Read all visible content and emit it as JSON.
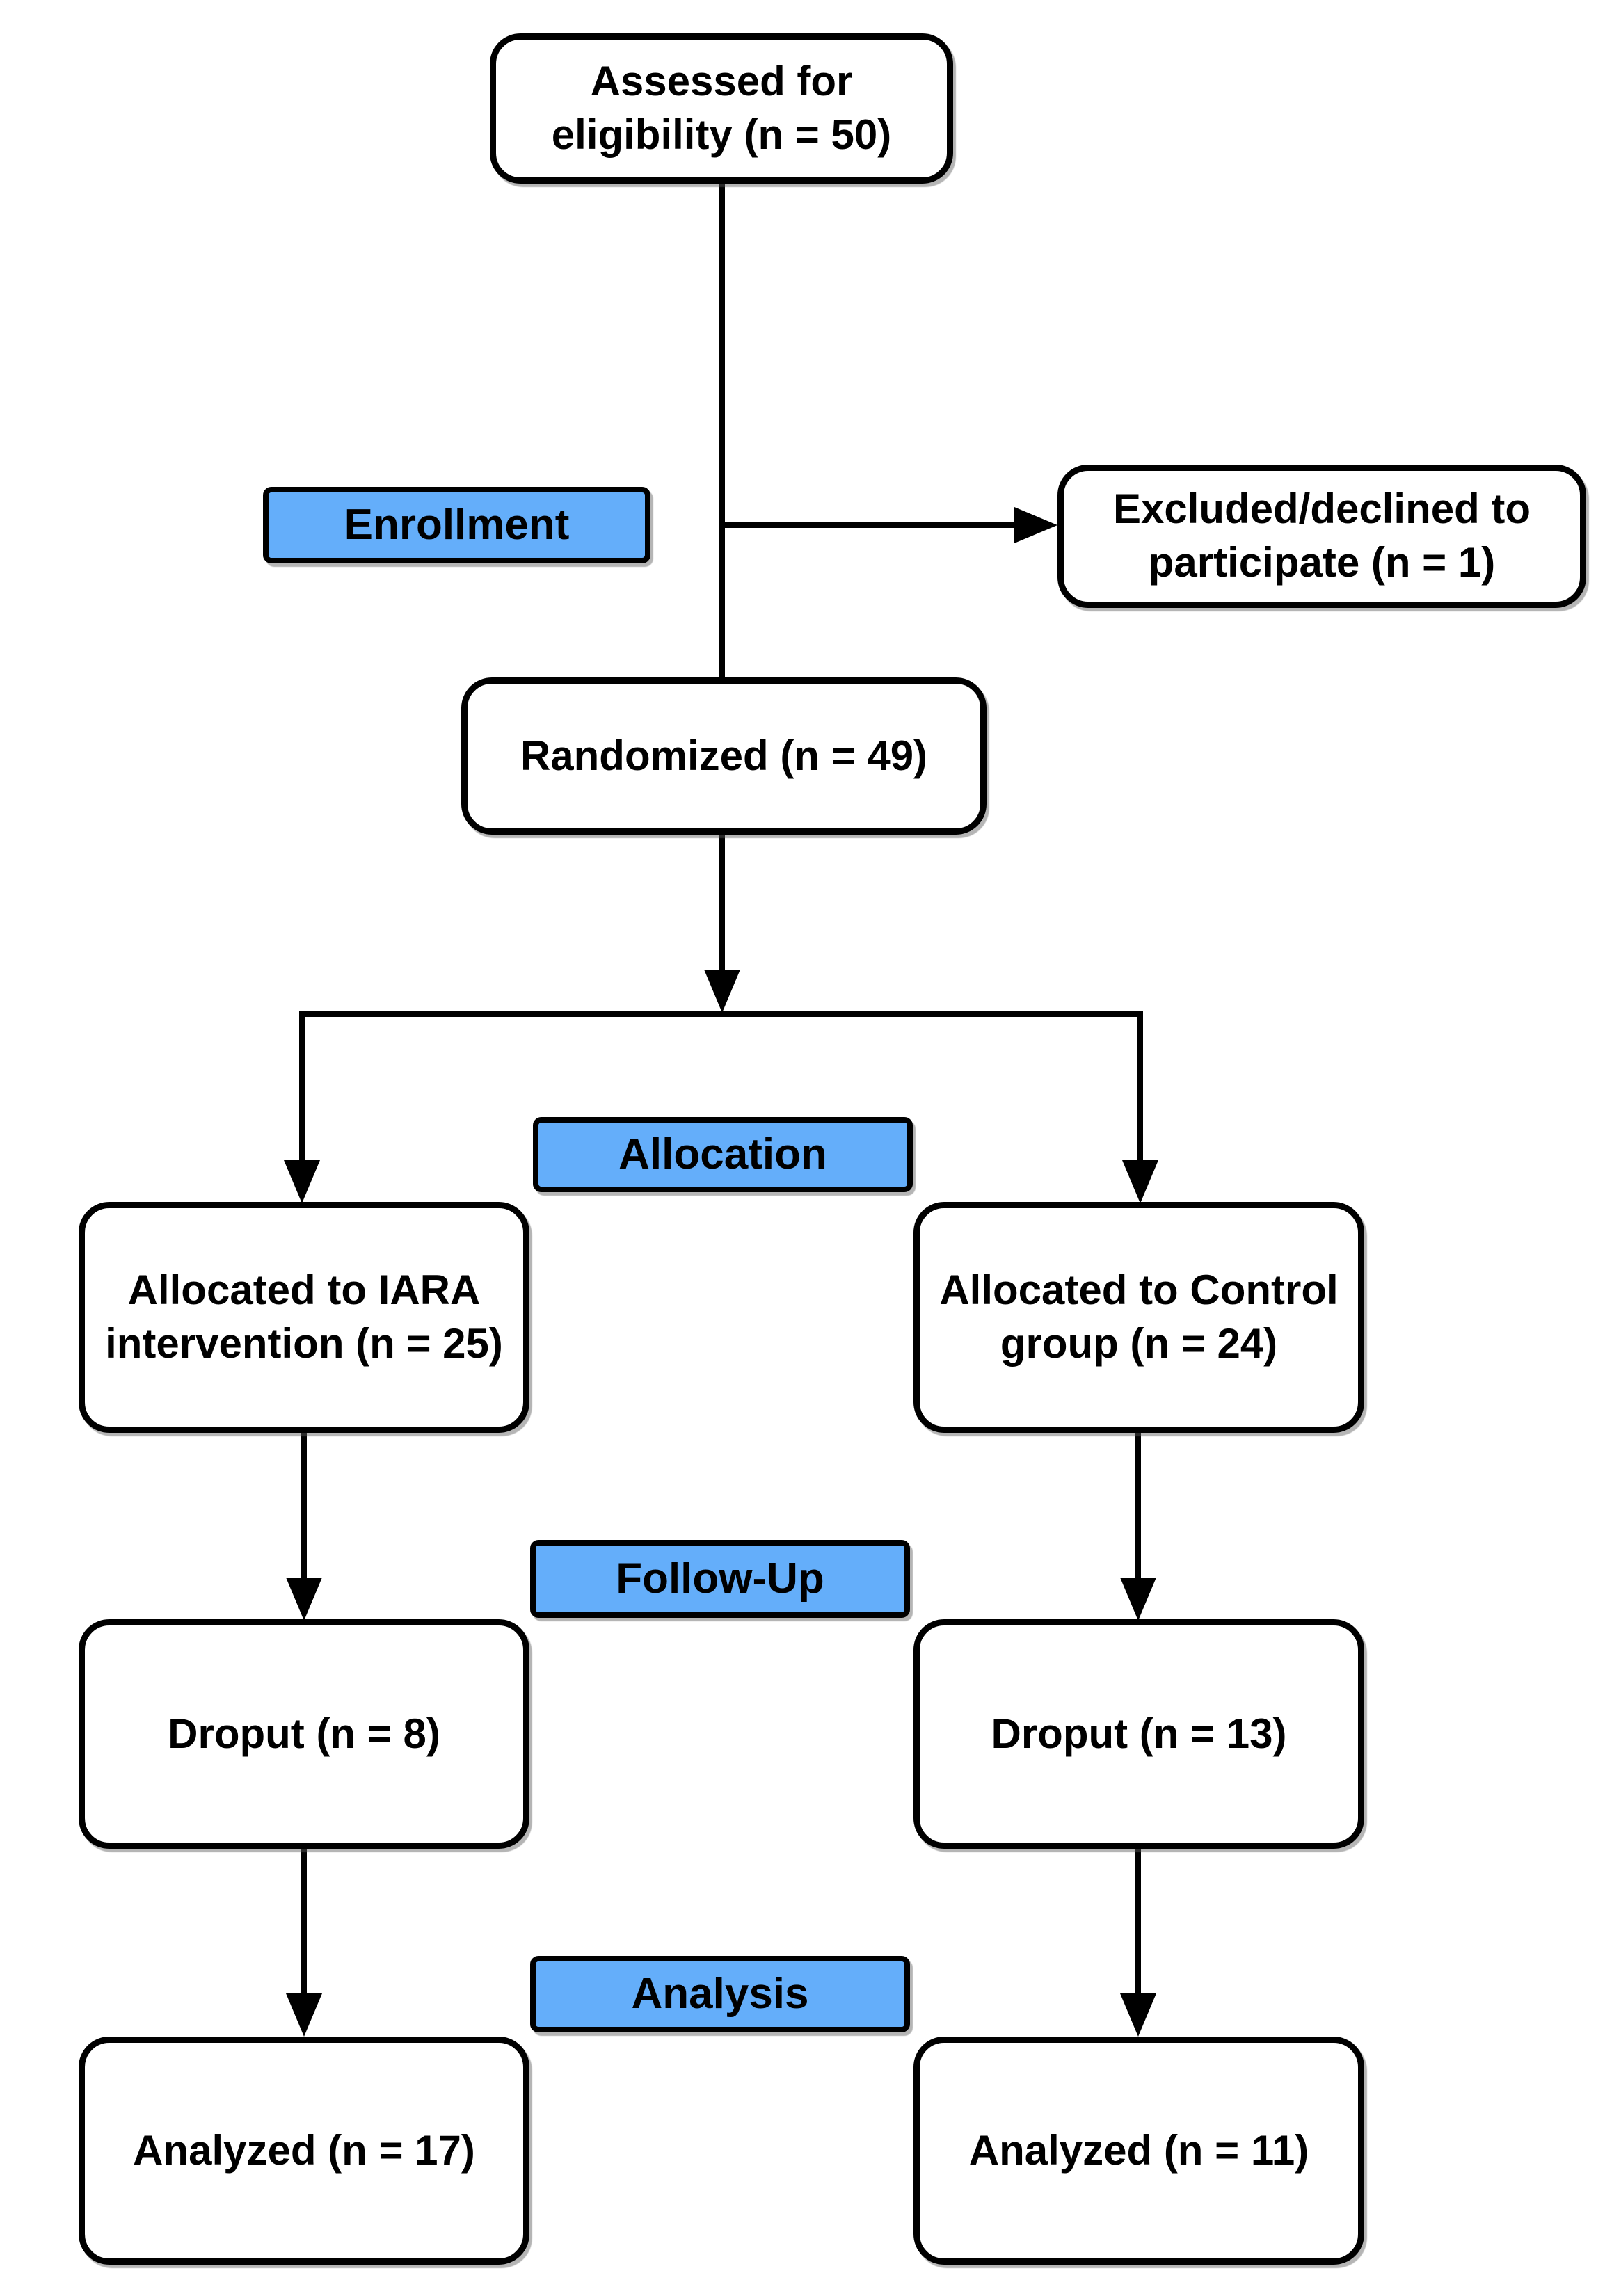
{
  "diagram": {
    "kind": "consort-flow-diagram",
    "stages": [
      {
        "id": "enrollment",
        "label": "Enrollment"
      },
      {
        "id": "allocation",
        "label": "Allocation"
      },
      {
        "id": "followup",
        "label": "Follow-Up"
      },
      {
        "id": "analysis",
        "label": "Analysis"
      }
    ],
    "nodes": {
      "assessed": {
        "label": "Assessed for\neligibility (n = 50)",
        "n": 50
      },
      "excluded": {
        "label": "Excluded/declined to\nparticipate (n = 1)",
        "n": 1
      },
      "randomized": {
        "label": "Randomized (n = 49)",
        "n": 49
      },
      "alloc_intervention": {
        "label": "Allocated to IARA\nintervention (n = 25)",
        "n": 25
      },
      "alloc_control": {
        "label": "Allocated to Control\ngroup (n = 24)",
        "n": 24
      },
      "dropout_intervention": {
        "label": "Droput (n = 8)",
        "n": 8
      },
      "dropout_control": {
        "label": "Droput (n = 13)",
        "n": 13
      },
      "analyzed_intervention": {
        "label": "Analyzed (n = 17)",
        "n": 17
      },
      "analyzed_control": {
        "label": "Analyzed (n = 11)",
        "n": 11
      }
    },
    "colors": {
      "stage_fill": "#64AEFA",
      "node_fill": "#FFFFFF",
      "stroke": "#000000"
    }
  }
}
